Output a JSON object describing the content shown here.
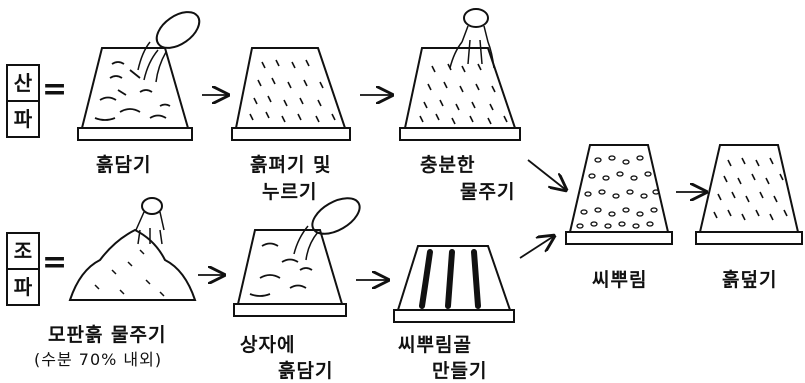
{
  "row_top": {
    "side_label_1": "산",
    "side_label_2": "파",
    "steps": [
      "흙담기",
      "흙펴기 및",
      "누르기",
      "충분한",
      "물주기"
    ]
  },
  "row_bottom": {
    "side_label_1": "조",
    "side_label_2": "파",
    "steps": [
      "모판흙 물주기",
      "(수분 70% 내외)",
      "상자에",
      "흙담기",
      "씨뿌림골",
      "만들기"
    ]
  },
  "final_steps": [
    "씨뿌림",
    "흙덮기"
  ]
}
